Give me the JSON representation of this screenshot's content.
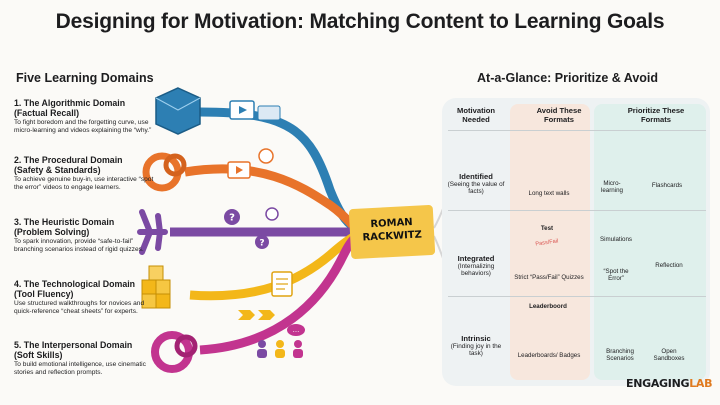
{
  "title": "Designing for Motivation: Matching Content to Learning Goals",
  "left_header": "Five Learning Domains",
  "right_header": "At-a-Glance: Prioritize & Avoid",
  "domains": [
    {
      "title": "1. The Algorithmic Domain\n(Factual Recall)",
      "desc": "To fight boredom and the forgetting curve, use micro-learning and videos explaining the “why.”",
      "color": "#2d7fb3"
    },
    {
      "title": "2. The Procedural Domain\n(Safety & Standards)",
      "desc": "To achieve genuine buy-in, use interactive “spot the error” videos to engage learners.",
      "color": "#e8732a"
    },
    {
      "title": "3. The Heuristic Domain\n(Problem Solving)",
      "desc": "To spark innovation, provide “safe-to-fail” branching scenarios instead of rigid quizzes.",
      "color": "#7b4aa3"
    },
    {
      "title": "4. The Technological Domain\n(Tool Fluency)",
      "desc": "Use structured walkthroughs for novices and quick-reference “cheat sheets” for experts.",
      "color": "#f3b719"
    },
    {
      "title": "5. The Interpersonal Domain\n(Soft Skills)",
      "desc": "To build emotional intelligence, use cinematic stories and reflection prompts.",
      "color": "#c2348f"
    }
  ],
  "center_badge": {
    "line1": "ROMAN",
    "line2": "RACKWITZ"
  },
  "table": {
    "col_motivation": "Motivation Needed",
    "col_avoid": "Avoid These Formats",
    "col_prioritize": "Prioritize These Formats",
    "rows": [
      {
        "motivation": "Identified",
        "motivation_sub": "(Seeing the value of facts)",
        "avoid": [
          "Long text walls"
        ],
        "prioritize": [
          "Micro-learning",
          "Flashcards"
        ]
      },
      {
        "motivation": "Integrated",
        "motivation_sub": "(Internalizing behaviors)",
        "avoid_card_title": "Test",
        "avoid_card_stamp": "Pass/Fail",
        "avoid": [
          "Strict “Pass/Fail” Quizzes"
        ],
        "prioritize": [
          "Simulations",
          "“Spot the Error”",
          "Reflection"
        ]
      },
      {
        "motivation": "Intrinsic",
        "motivation_sub": "(Finding joy in the task)",
        "avoid_card_title": "Leaderboord",
        "avoid": [
          "Leaderboards/ Badges"
        ],
        "prioritize": [
          "Branching Scenarios",
          "Open Sandboxes"
        ]
      }
    ]
  },
  "brand": {
    "part1": "ENGAGING",
    "part2": "LAB"
  },
  "colors": {
    "avoid_bg": "#f7e7dd",
    "prioritize_bg": "#dff0ec",
    "avoid_icon": "#d9534f",
    "check_icon": "#2c9c8c"
  }
}
